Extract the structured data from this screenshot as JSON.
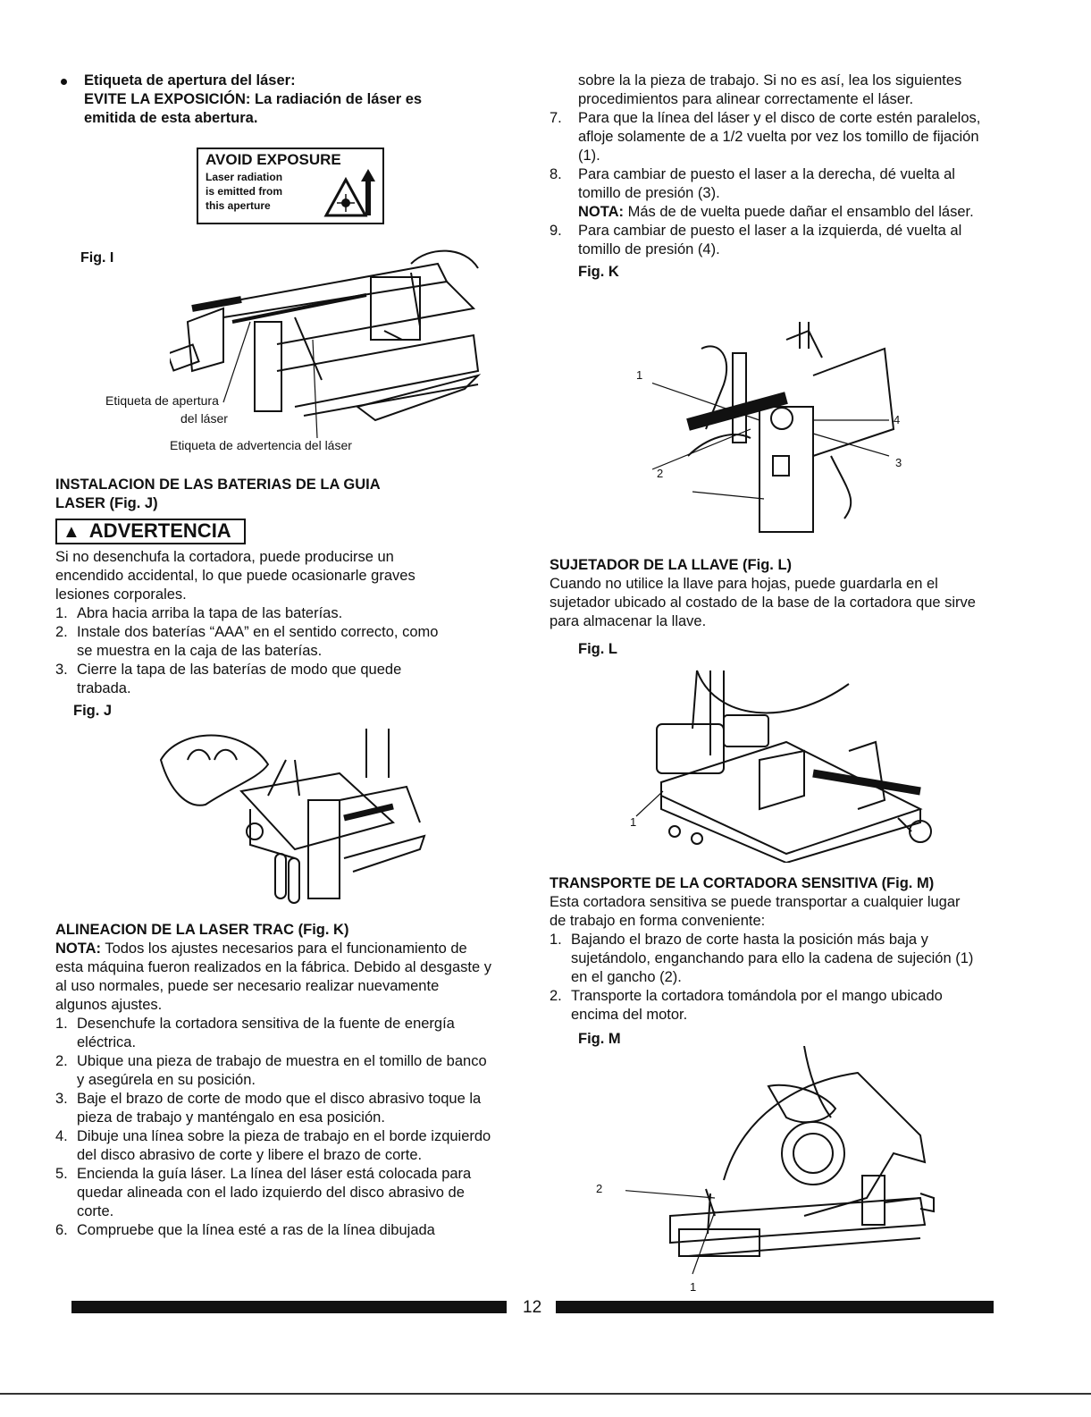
{
  "left": {
    "bullet_title": "Etiqueta de apertura del láser:",
    "bullet_line1": "EVITE LA EXPOSICIÓN: La radiación de láser es",
    "bullet_line2": "emitida de esta abertura.",
    "label_box": {
      "title": "AVOID EXPOSURE",
      "line1": "Laser radiation",
      "line2": "is emitted from",
      "line3": "this aperture"
    },
    "fig_i": "Fig. I",
    "fig_i_cap1a": "Etiqueta de apertura",
    "fig_i_cap1b": "del láser",
    "fig_i_cap2": "Etiqueta de advertencia del láser",
    "sec_batteries_1": "INSTALACION DE LAS BATERIAS DE LA GUIA",
    "sec_batteries_2": "LASER (Fig. J)",
    "warning_label": "ADVERTENCIA",
    "warning_text_1": "Si no desenchufa la cortadora, puede producirse un",
    "warning_text_2": "encendido accidental, lo que puede ocasionarle graves",
    "warning_text_3": "lesiones corporales.",
    "battery_steps": [
      {
        "n": "1.",
        "t": "Abra hacia arriba la tapa de las baterías."
      },
      {
        "n": "2.",
        "t": "Instale dos baterías “AAA” en el sentido correcto, como se muestra en la caja de las baterías."
      },
      {
        "n": "3.",
        "t": "Cierre la tapa de las baterías de modo que quede trabada."
      }
    ],
    "fig_j": "Fig. J",
    "sec_align": "ALINEACION DE LA LASER TRAC (Fig. K)",
    "nota_label": "NOTA:",
    "nota_text": "Todos los ajustes necesarios para el funcionamiento de esta máquina fueron realizados en la fábrica. Debido al desgaste y al uso normales, puede ser necesario realizar nuevamente algunos ajustes.",
    "align_steps": [
      {
        "n": "1.",
        "t": "Desenchufe la cortadora sensitiva de la fuente de energía eléctrica."
      },
      {
        "n": "2.",
        "t": "Ubique una pieza de trabajo de muestra en el tomillo de banco y asegúrela en su posición."
      },
      {
        "n": "3.",
        "t": "Baje el brazo de corte de modo que el disco abrasivo toque la pieza de trabajo y manténgalo en esa posición."
      },
      {
        "n": "4.",
        "t": "Dibuje una línea sobre la pieza de trabajo en el borde izquierdo del disco abrasivo de corte y libere el brazo de corte."
      },
      {
        "n": "5.",
        "t": "Encienda la guía láser. La línea del láser está colocada para quedar alineada con el lado izquierdo del disco abrasivo de corte."
      },
      {
        "n": "6.",
        "t": "Compruebe que la línea esté a ras de la línea dibujada"
      }
    ]
  },
  "right": {
    "cont_text": "sobre la la pieza de trabajo. Si no es así, lea los siguientes procedimientos para alinear correctamente el láser.",
    "steps_a": [
      {
        "n": "7.",
        "t": "Para que la línea del láser y el disco de corte estén paralelos, afloje solamente de a 1/2 vuelta por vez los tomillo de fijación (1)."
      },
      {
        "n": "8.",
        "t": "Para cambiar de puesto el laser a la derecha, dé vuelta al tomillo de presión (3)."
      }
    ],
    "nota2_label": "NOTA:",
    "nota2_text": "Más de de vuelta puede dañar el ensamblo del láser.",
    "steps_b": [
      {
        "n": "9.",
        "t": "Para cambiar de puesto el laser a la izquierda, dé vuelta al tomillo de presión (4)."
      }
    ],
    "fig_k": "Fig. K",
    "fig_k_nums": [
      "1",
      "2",
      "3",
      "4"
    ],
    "sec_wrench": "SUJETADOR DE LA LLAVE (Fig. L)",
    "wrench_text": "Cuando no utilice la llave para hojas, puede guardarla en el sujetador ubicado al costado de la base de la cortadora que sirve para almacenar la llave.",
    "fig_l": "Fig. L",
    "fig_l_num": "1",
    "sec_transport": "TRANSPORTE DE LA CORTADORA SENSITIVA (Fig. M)",
    "transport_text": "Esta cortadora sensitiva se puede transportar a cualquier lugar de trabajo en forma conveniente:",
    "transport_steps": [
      {
        "n": "1.",
        "t": "Bajando el brazo de corte hasta la posición más baja y sujetándolo, enganchando para ello la cadena de sujeción (1) en el gancho (2)."
      },
      {
        "n": "2.",
        "t": "Transporte la cortadora tomándola por el mango ubicado encima del motor."
      }
    ],
    "fig_m": "Fig. M",
    "fig_m_nums": [
      "1",
      "2"
    ]
  },
  "page_number": "12"
}
